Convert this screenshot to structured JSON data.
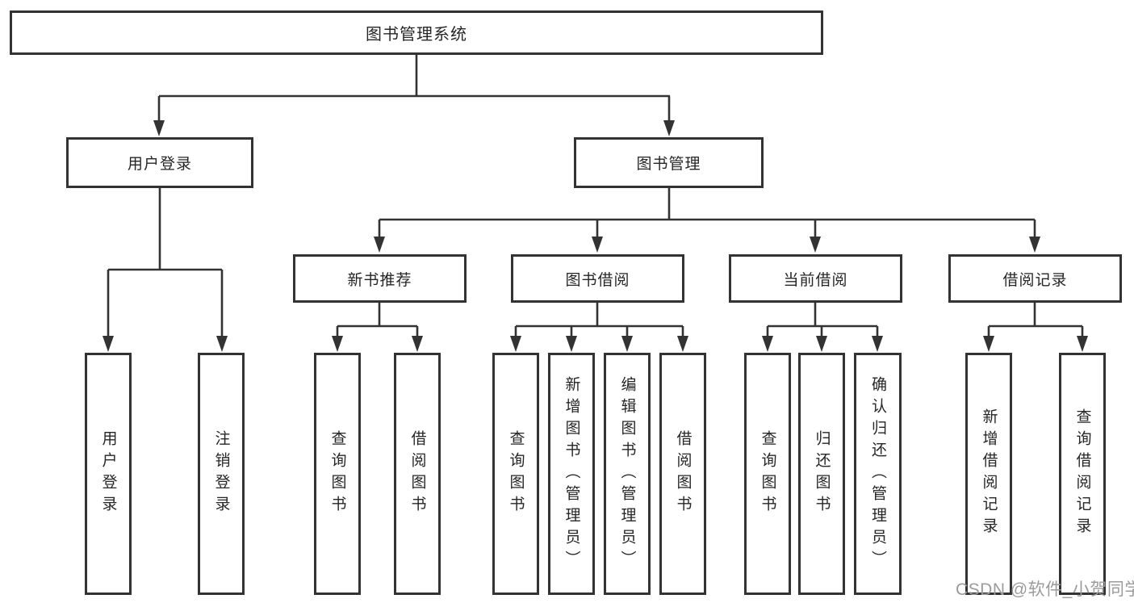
{
  "diagram_title": "图书管理系统",
  "tree": {
    "root": {
      "label": "图书管理系统",
      "children": [
        {
          "label": "用户登录",
          "children": [
            {
              "label": "用户登录"
            },
            {
              "label": "注销登录"
            }
          ]
        },
        {
          "label": "图书管理",
          "children": [
            {
              "label": "新书推荐",
              "children": [
                {
                  "label": "查询图书"
                },
                {
                  "label": "借阅图书"
                }
              ]
            },
            {
              "label": "图书借阅",
              "children": [
                {
                  "label": "查询图书"
                },
                {
                  "label": "新增图书（管理员）"
                },
                {
                  "label": "编辑图书（管理员）"
                },
                {
                  "label": "借阅图书"
                }
              ]
            },
            {
              "label": "当前借阅",
              "children": [
                {
                  "label": "查询图书"
                },
                {
                  "label": "归还图书"
                },
                {
                  "label": "确认归还（管理员）"
                }
              ]
            },
            {
              "label": "借阅记录",
              "children": [
                {
                  "label": "新增借阅记录"
                },
                {
                  "label": "查询借阅记录"
                }
              ]
            }
          ]
        }
      ]
    }
  },
  "watermark": "CSDN @软件_小贺同学",
  "colors": {
    "line": "#333333",
    "box_border": "#333333",
    "text": "#262626",
    "watermark": "#9b9b9b",
    "background": "#ffffff"
  }
}
